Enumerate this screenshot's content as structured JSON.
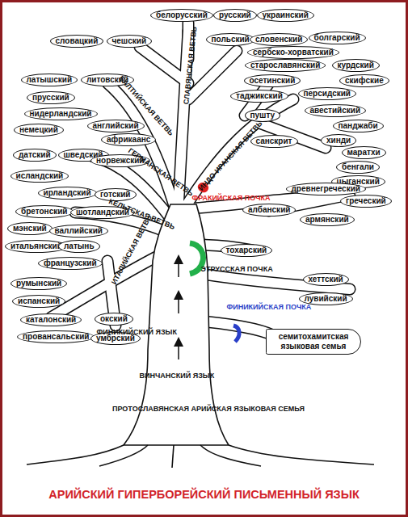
{
  "diagram": {
    "caption": "АРИЙСКИЙ ГИПЕРБОРЕЙСКИЙ ПИСЬМЕННЫЙ ЯЗЫК",
    "nodes": [
      {
        "text": [
          "белорусский"
        ]
      },
      {
        "text": [
          "русский"
        ]
      },
      {
        "text": [
          "украинский"
        ]
      },
      {
        "text": [
          "словацкий"
        ]
      },
      {
        "text": [
          "чешский"
        ]
      },
      {
        "text": [
          "польский"
        ]
      },
      {
        "text": [
          "словенский"
        ]
      },
      {
        "text": [
          "болгарский"
        ]
      },
      {
        "text": [
          "сербско-хорватский"
        ]
      },
      {
        "text": [
          "старославянский"
        ]
      },
      {
        "text": [
          "курдский"
        ]
      },
      {
        "text": [
          "латышский"
        ]
      },
      {
        "text": [
          "литовский"
        ]
      },
      {
        "text": [
          "осетинский"
        ]
      },
      {
        "text": [
          "скифские"
        ]
      },
      {
        "text": [
          "персидский"
        ]
      },
      {
        "text": [
          "таджикский"
        ]
      },
      {
        "text": [
          "прусский"
        ]
      },
      {
        "text": [
          "нидерландский"
        ]
      },
      {
        "text": [
          "авестийский"
        ]
      },
      {
        "text": [
          "пушту"
        ]
      },
      {
        "text": [
          "английский"
        ]
      },
      {
        "text": [
          "панджаби"
        ]
      },
      {
        "text": [
          "немецкий"
        ]
      },
      {
        "text": [
          "африкаанс"
        ]
      },
      {
        "text": [
          "хинди"
        ]
      },
      {
        "text": [
          "санскрит"
        ]
      },
      {
        "text": [
          "маратхи"
        ]
      },
      {
        "text": [
          "датский"
        ]
      },
      {
        "text": [
          "шведский"
        ]
      },
      {
        "text": [
          "норвежский"
        ]
      },
      {
        "text": [
          "бенгали"
        ]
      },
      {
        "text": [
          "исландский"
        ]
      },
      {
        "text": [
          "цыганский"
        ]
      },
      {
        "text": [
          "древнегреческий"
        ]
      },
      {
        "text": [
          "ирландский"
        ]
      },
      {
        "text": [
          "готский"
        ]
      },
      {
        "text": [
          "греческий"
        ]
      },
      {
        "text": [
          "бретонский"
        ]
      },
      {
        "text": [
          "шотландский"
        ]
      },
      {
        "text": [
          "албанский"
        ]
      },
      {
        "text": [
          "армянский"
        ]
      },
      {
        "text": [
          "мэнский"
        ]
      },
      {
        "text": [
          "валлийский"
        ]
      },
      {
        "text": [
          "итальянский"
        ]
      },
      {
        "text": [
          "латынь"
        ]
      },
      {
        "text": [
          "тохарский"
        ]
      },
      {
        "text": [
          "французский"
        ]
      },
      {
        "text": [
          "хеттский"
        ]
      },
      {
        "text": [
          "румынский"
        ]
      },
      {
        "text": [
          "лувийский"
        ]
      },
      {
        "text": [
          "испанский"
        ]
      },
      {
        "text": [
          "каталонский"
        ]
      },
      {
        "text": [
          "окский"
        ]
      },
      {
        "text": [
          "провансальский"
        ]
      },
      {
        "text": [
          "умбрский"
        ]
      },
      {
        "text": [
          "семитохамитская языковая семья"
        ]
      }
    ],
    "labels": [
      "СЛАВЯНСКАЯ ВЕТВЬ",
      "БАЛТИЙСКАЯ ВЕТВЬ",
      "ИНДО-ИРАНСКАЯ ВЕТВЬ",
      "ГЕРМАНСКАЯ ВЕТВЬ",
      "КЕЛЬТСКАЯ ВЕТВЬ",
      "ИТАЛИЙСКАЯ ВЕТВЬ",
      "ФРАКИЙСКАЯ ПОЧКА",
      "ЭТРУССКАЯ ПОЧКА",
      "ФИНИКИЙСКАЯ ПОЧКА",
      "ФИНИКИЙСКИЙ ЯЗЫК",
      "ВИНЧАНСКИЙ ЯЗЫК",
      "ПРОТОСЛАВЯНСКАЯ АРИЙСКАЯ ЯЗЫКОВАЯ СЕМЬЯ"
    ]
  }
}
